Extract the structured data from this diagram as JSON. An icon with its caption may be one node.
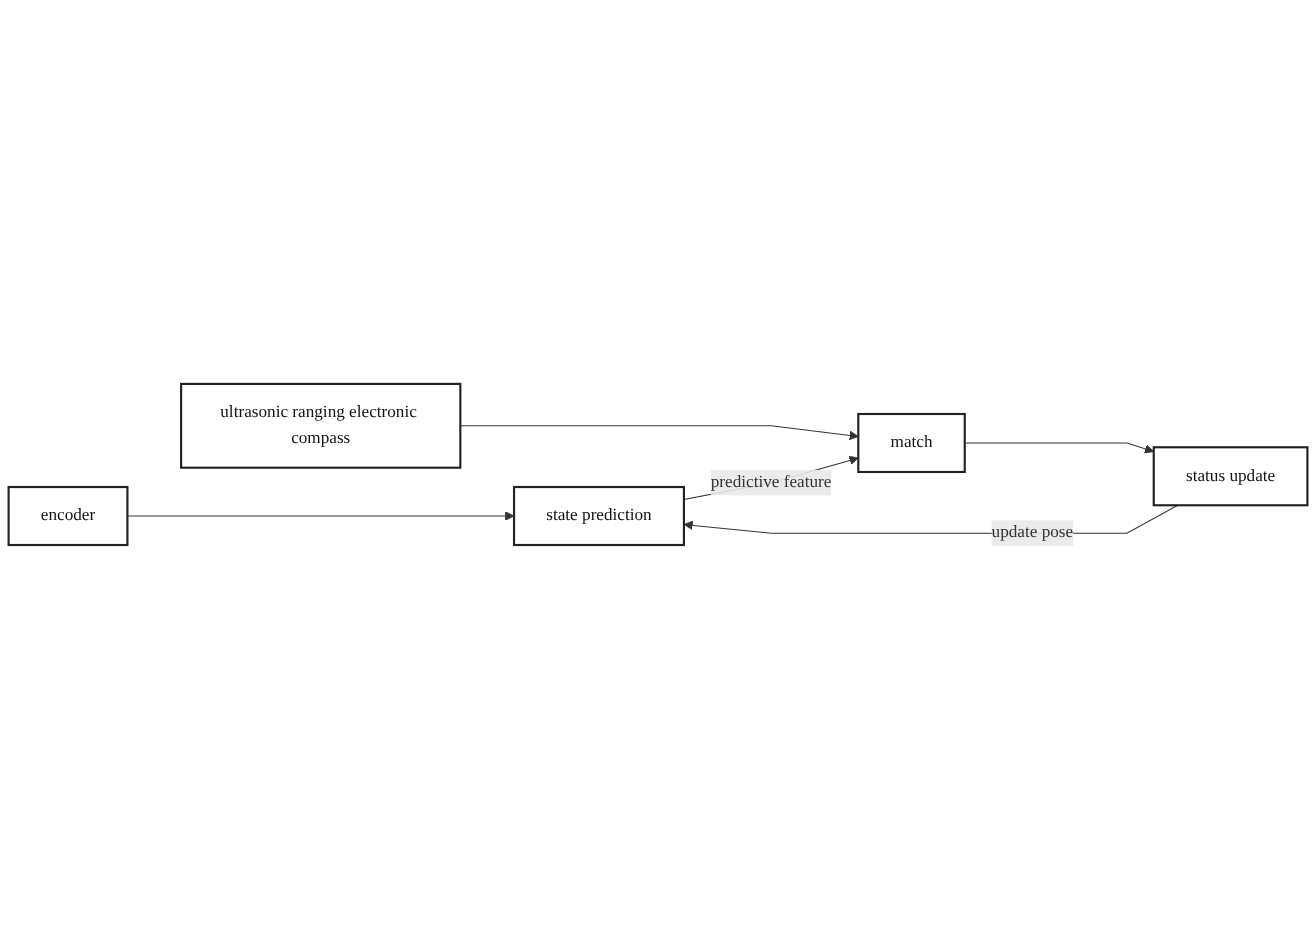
{
  "diagram": {
    "nodes": [
      {
        "text": [
          "encoder"
        ]
      },
      {
        "text": [
          "state prediction"
        ]
      },
      {
        "text": [
          "match"
        ]
      },
      {
        "text": [
          "status update"
        ]
      },
      {
        "text": [
          "ultrasonic ranging electronic compass"
        ]
      }
    ],
    "edges": [
      {
        "from": 0,
        "to": 1,
        "arrow": "to"
      },
      {
        "from": 1,
        "to": 2,
        "arrow": "to",
        "label": "predictive feature"
      },
      {
        "from": 4,
        "to": 2,
        "arrow": "to"
      },
      {
        "from": 2,
        "to": 3,
        "arrow": "to"
      },
      {
        "from": 3,
        "to": 1,
        "arrow": "to",
        "label": "update pose"
      }
    ]
  }
}
